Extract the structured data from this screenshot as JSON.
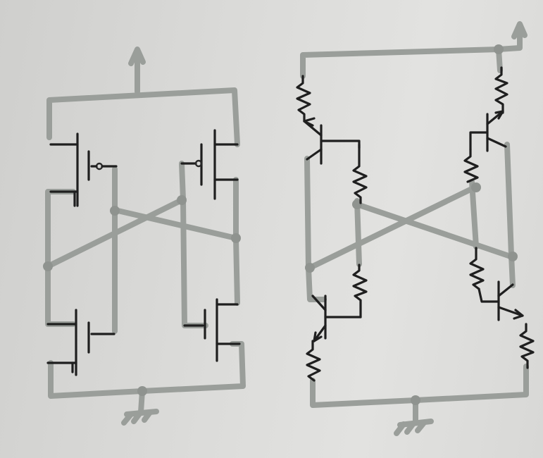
{
  "scene": {
    "kind": "hand-drawn schematic sketch on paper",
    "panels": [
      {
        "id": "left",
        "device": "MOSFET",
        "transistor_count": 4
      },
      {
        "id": "right",
        "device": "BJT",
        "transistor_count": 4,
        "resistor_count": 8
      }
    ]
  },
  "colors": {
    "wire_marker": "#9a9e9a",
    "ink": "#1f1f1f",
    "paper": "#dcdcda"
  }
}
